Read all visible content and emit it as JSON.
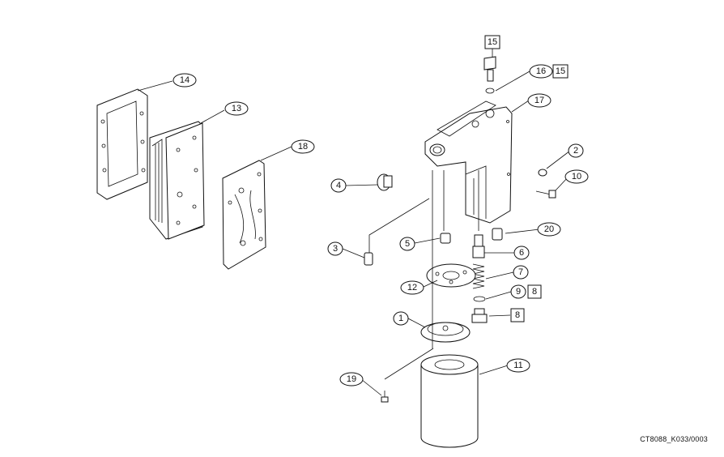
{
  "callouts": {
    "c1": "1",
    "c2": "2",
    "c3": "3",
    "c4": "4",
    "c5": "5",
    "c6": "6",
    "c7": "7",
    "c8": "8",
    "c9": "9",
    "c10": "10",
    "c11": "11",
    "c12": "12",
    "c13": "13",
    "c14": "14",
    "c16": "16",
    "c17": "17",
    "c18": "18",
    "c19": "19",
    "c20": "20"
  },
  "boxed": {
    "b15a": "15",
    "b15b": "15",
    "b8a": "8",
    "b8b": "8"
  },
  "reference_code": "CT8088_K033/0003"
}
